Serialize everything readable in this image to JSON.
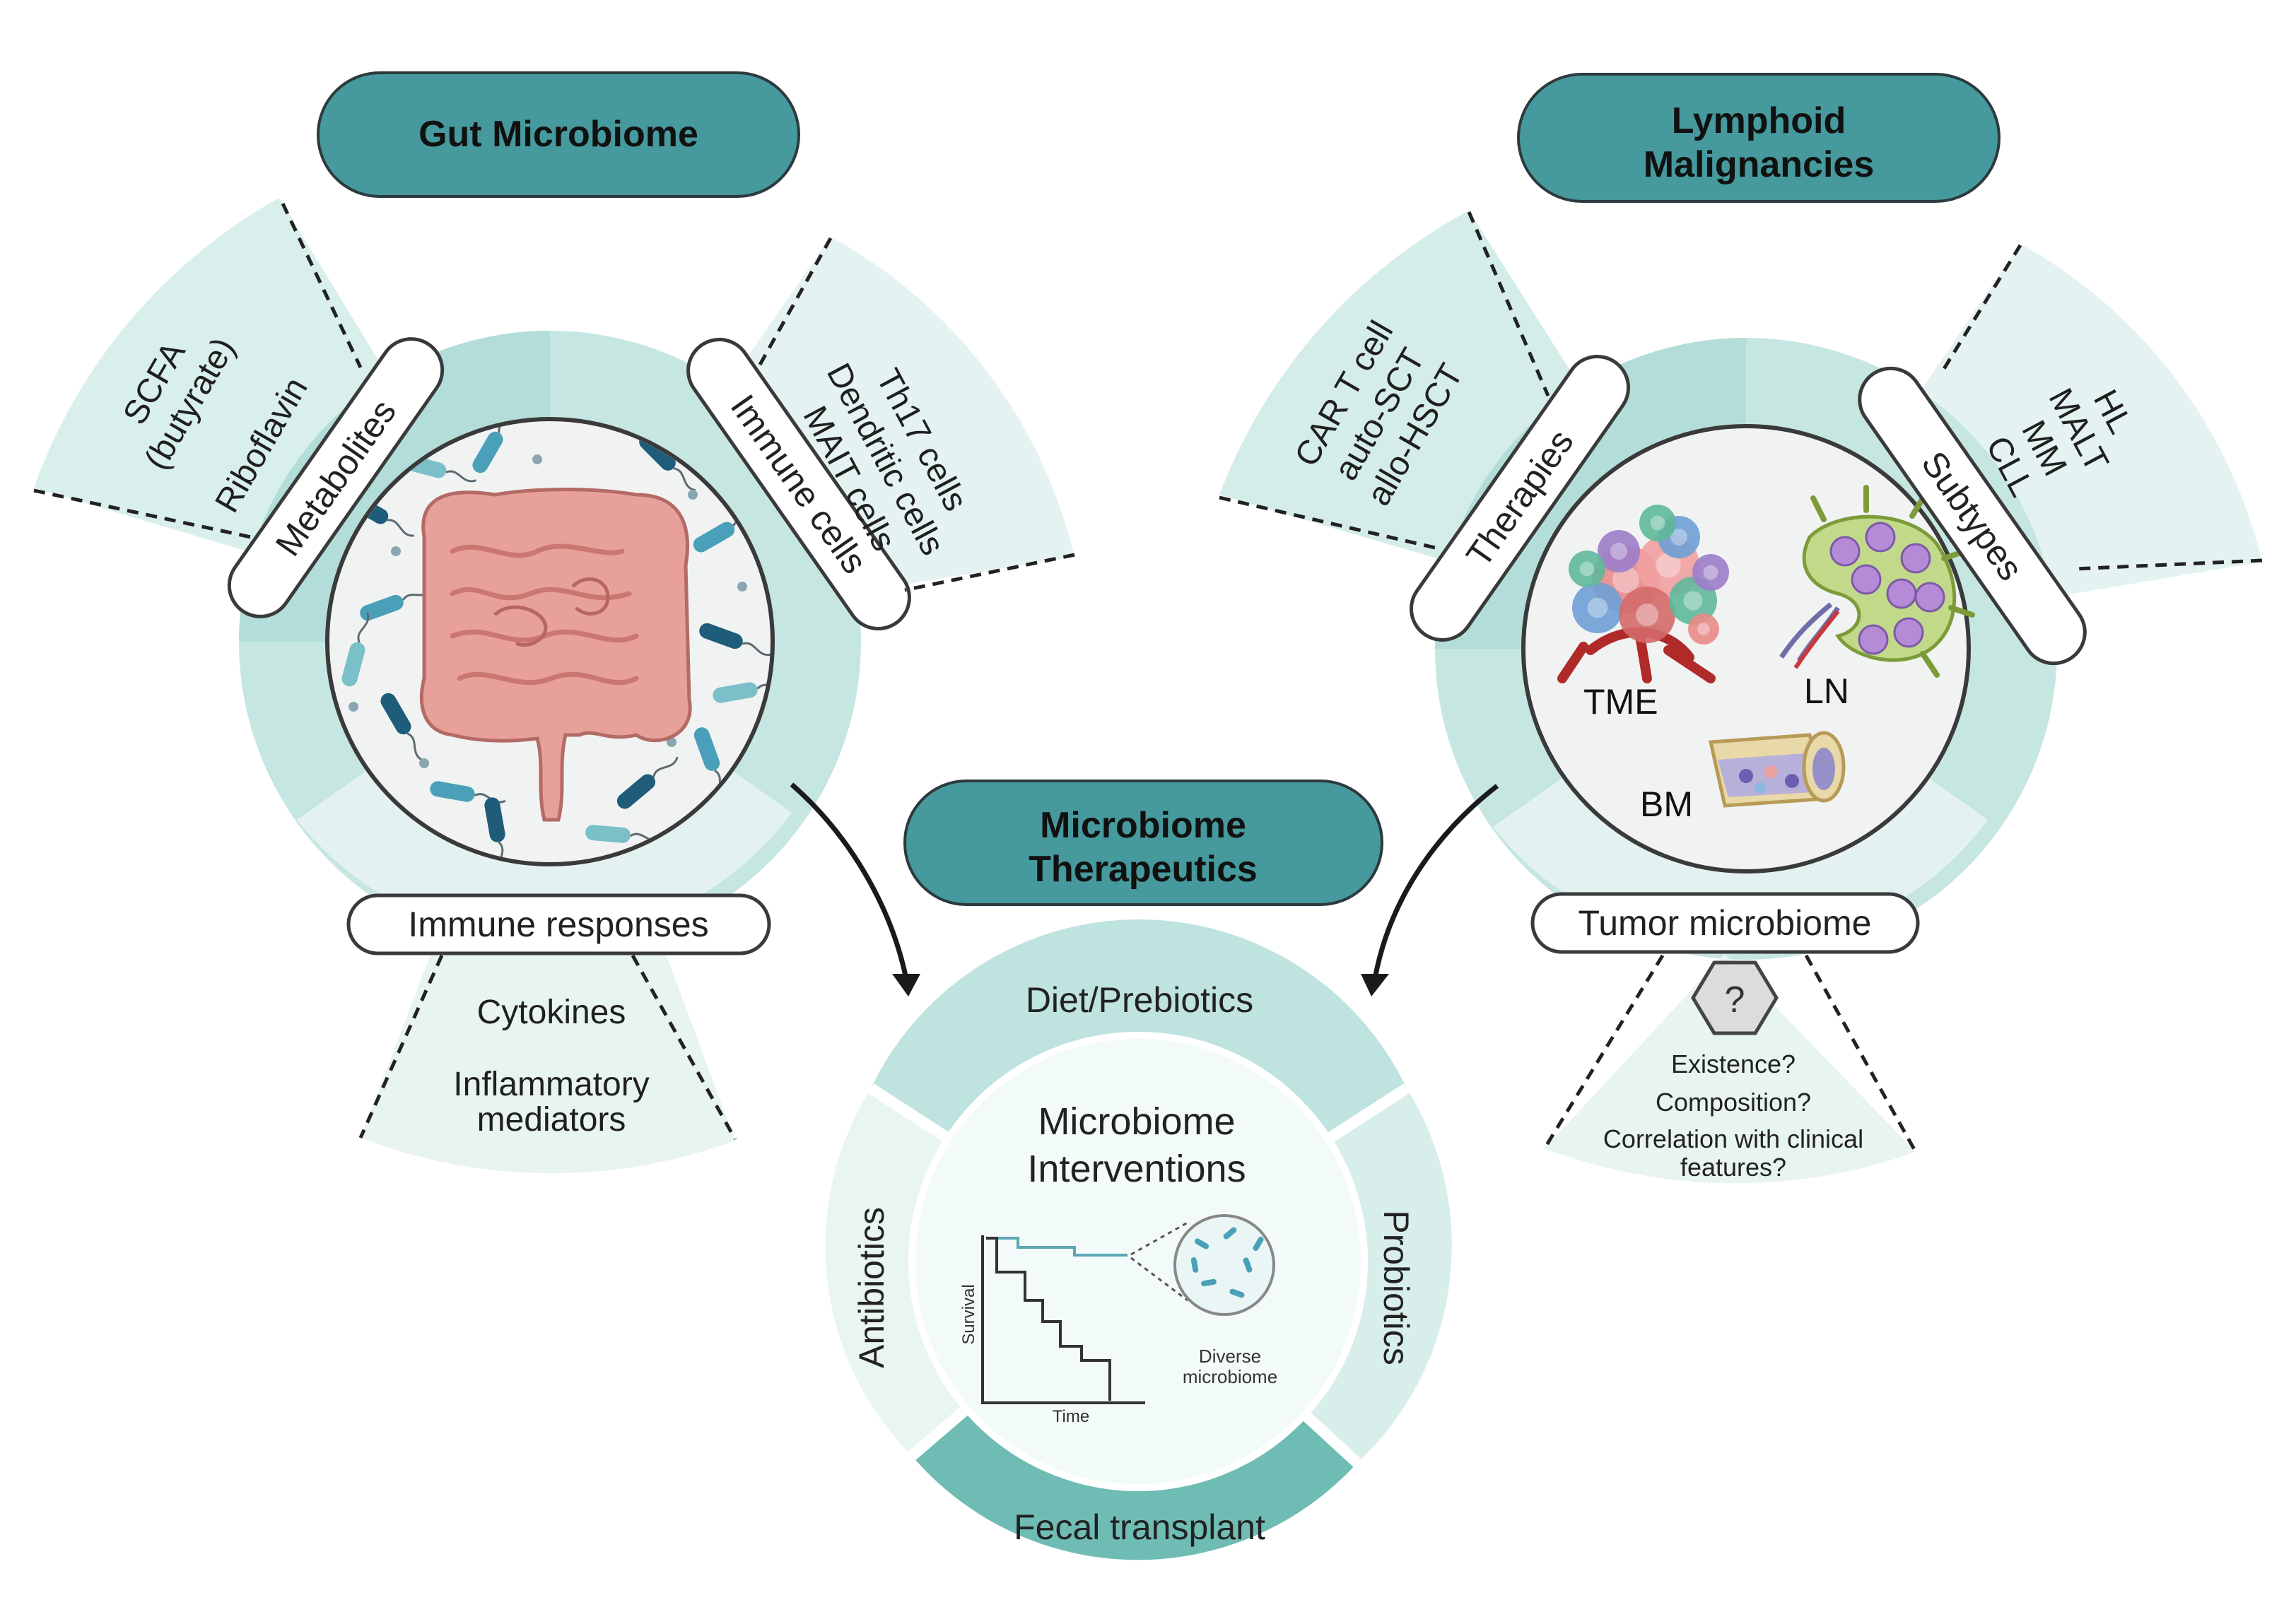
{
  "headers": {
    "gut_microbiome": "Gut Microbiome",
    "lymphoid_line1": "Lymphoid",
    "lymphoid_line2": "Malignancies",
    "therapeutics_line1": "Microbiome",
    "therapeutics_line2": "Therapeutics"
  },
  "gut": {
    "metabolites_label": "Metabolites",
    "immune_cells_label": "Immune cells",
    "immune_responses_label": "Immune responses",
    "metabolites": [
      "SCFA",
      "(butyrate)",
      "Riboflavin"
    ],
    "immune_cells": [
      "Th17 cells",
      "Dendritic cells",
      "MAIT cells"
    ],
    "responses": [
      "Cytokines",
      "Inflammatory",
      "mediators"
    ]
  },
  "lymphoid": {
    "therapies_label": "Therapies",
    "subtypes_label": "Subtypes",
    "tumor_microbiome_label": "Tumor microbiome",
    "therapies": [
      "CAR T cell",
      "auto-SCT",
      "allo-HSCT"
    ],
    "subtypes": [
      "HL",
      "MALT",
      "MM",
      "CLL"
    ],
    "tissue_labels": {
      "tme": "TME",
      "ln": "LN",
      "bm": "BM"
    },
    "question_mark": "?",
    "questions": [
      "Existence?",
      "Composition?",
      "Correlation with clinical",
      "features?"
    ]
  },
  "interventions": {
    "center_line1": "Microbiome",
    "center_line2": "Interventions",
    "diet": "Diet/Prebiotics",
    "antibiotics": "Antibiotics",
    "probiotics": "Probiotics",
    "fecal": "Fecal transplant",
    "survival_axis": "Survival",
    "time_axis": "Time",
    "diverse_line1": "Diverse",
    "diverse_line2": "microbiome"
  },
  "colors": {
    "header_fill": "#46999c",
    "ring_light": "#d7eeeb",
    "ring_mid": "#bfe3df",
    "ring_dark": "#6fbcb5",
    "gut_pink": "#e8a09b",
    "curve_teal": "#5aa7b5"
  }
}
